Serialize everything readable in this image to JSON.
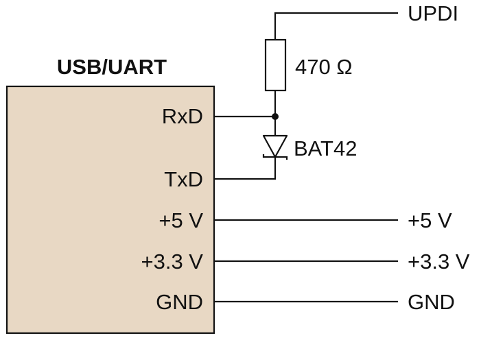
{
  "module": {
    "title": "USB/UART",
    "fill_color": "#e8d8c4",
    "pins": {
      "rxd": "RxD",
      "txd": "TxD",
      "v5": "+5 V",
      "v33": "+3.3 V",
      "gnd": "GND"
    }
  },
  "components": {
    "resistor_value": "470 Ω",
    "diode_part": "BAT42"
  },
  "outputs": {
    "updi": "UPDI",
    "v5": "+5 V",
    "v33": "+3.3 V",
    "gnd": "GND"
  }
}
